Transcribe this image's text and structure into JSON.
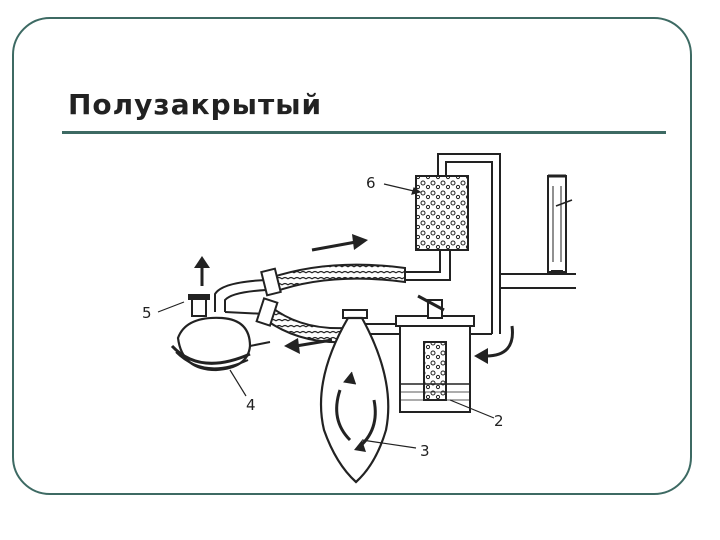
{
  "slide": {
    "title": "Полузакрытый"
  },
  "diagram": {
    "labels": [
      "6",
      "5",
      "4",
      "3",
      "2"
    ],
    "accent": "#3d6a63"
  }
}
